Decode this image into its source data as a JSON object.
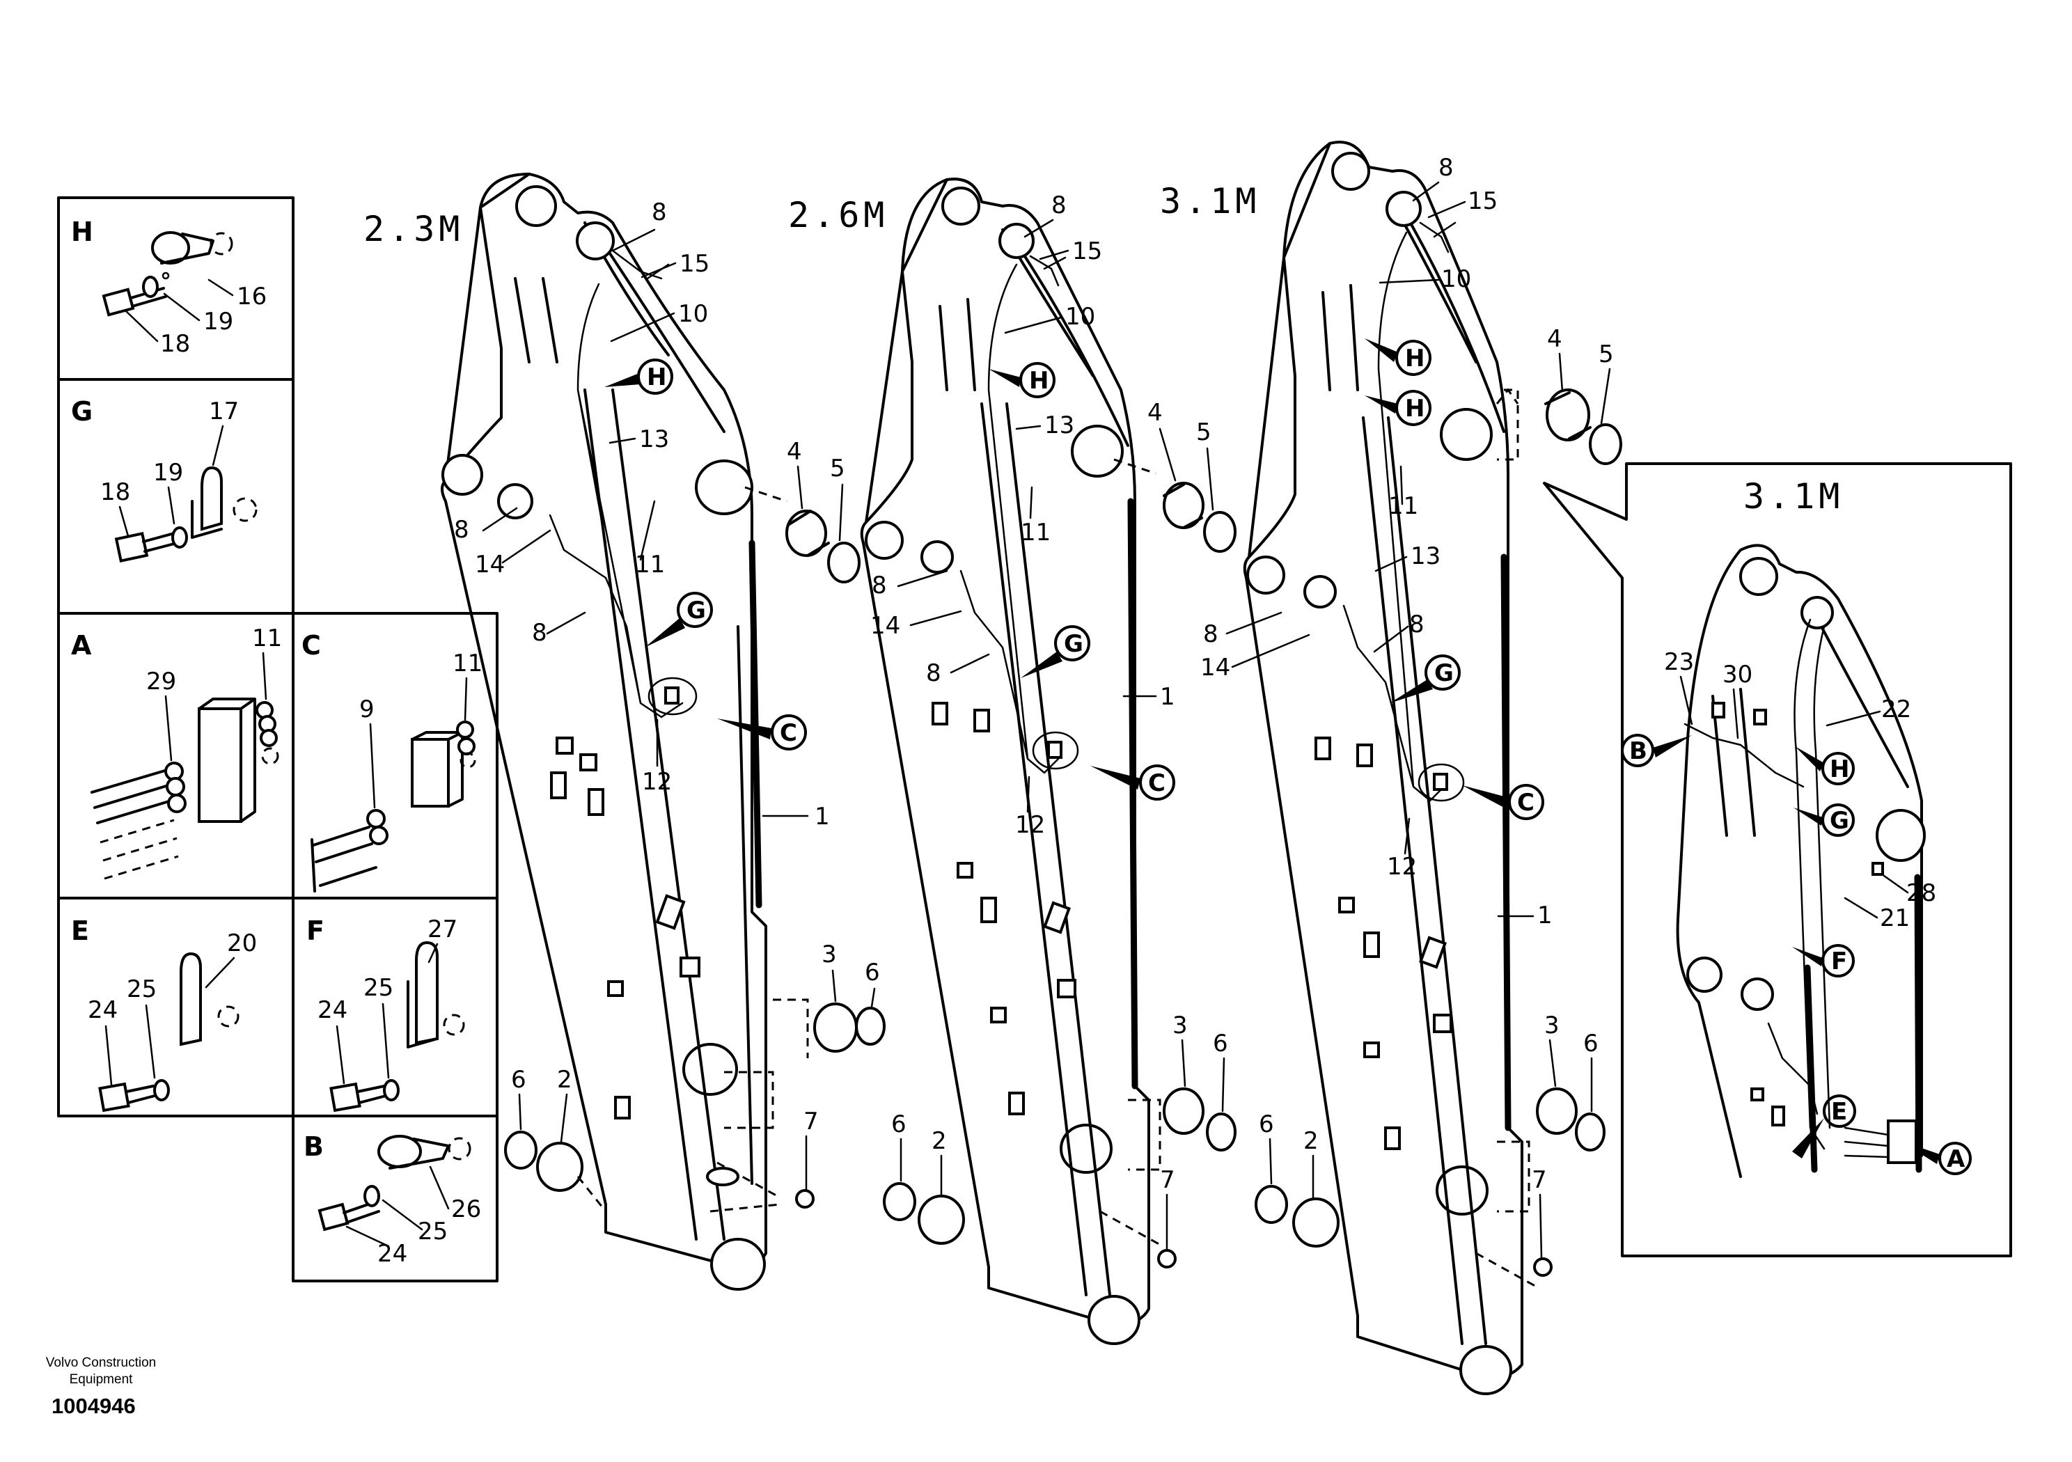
{
  "boom_titles": [
    "2.3M",
    "2.6M",
    "3.1M"
  ],
  "detail_title": "3.1M",
  "detail_boxes": [
    "H",
    "G",
    "A",
    "C",
    "E",
    "F",
    "B"
  ],
  "box_callouts": {
    "H": [
      "16",
      "19",
      "18"
    ],
    "G": [
      "17",
      "18",
      "19"
    ],
    "A": [
      "29",
      "11"
    ],
    "C": [
      "9",
      "11"
    ],
    "E": [
      "20",
      "24",
      "25"
    ],
    "F": [
      "27",
      "24",
      "25"
    ],
    "B": [
      "26",
      "24",
      "25"
    ]
  },
  "boom_callouts": {
    "boom_23": [
      "8",
      "15",
      "10",
      "13",
      "14",
      "8",
      "11",
      "4",
      "5",
      "8",
      "12",
      "1",
      "3",
      "6",
      "6",
      "2",
      "7"
    ],
    "boom_26": [
      "8",
      "15",
      "10",
      "13",
      "11",
      "4",
      "5",
      "8",
      "14",
      "8",
      "12",
      "1",
      "3",
      "6",
      "6",
      "2",
      "7"
    ],
    "boom_31": [
      "8",
      "15",
      "10",
      "11",
      "4",
      "5",
      "13",
      "8",
      "8",
      "14",
      "12",
      "1",
      "3",
      "6",
      "6",
      "2",
      "7"
    ],
    "detail_31": [
      "23",
      "30",
      "22",
      "28",
      "21"
    ]
  },
  "circle_refs": [
    "H",
    "G",
    "C",
    "H",
    "G",
    "C",
    "H",
    "H",
    "G",
    "C",
    "B",
    "H",
    "G",
    "F",
    "E",
    "A"
  ],
  "footer": {
    "company": "Volvo Construction Equipment",
    "drawing_number": "1004946"
  }
}
